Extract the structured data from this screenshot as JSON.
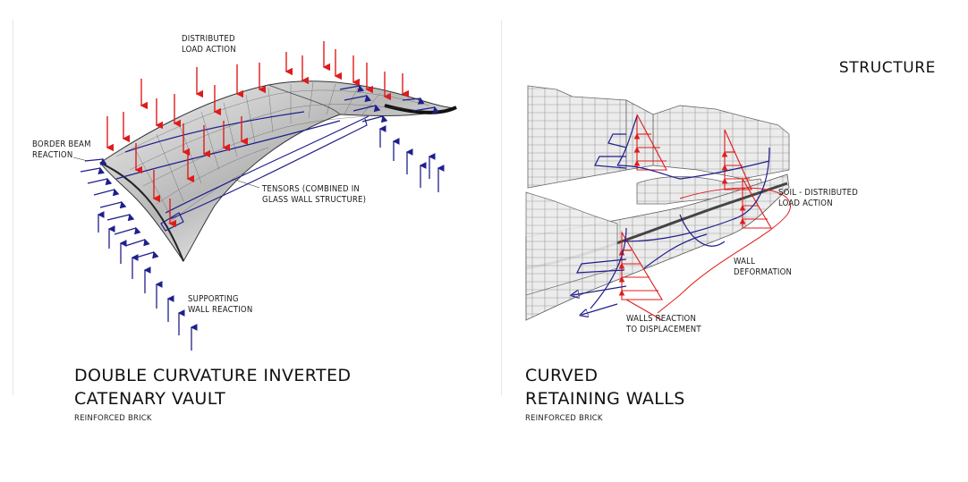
{
  "page": {
    "heading": "STRUCTURE"
  },
  "vault": {
    "title_lines": [
      "DOUBLE CURVATURE INVERTED",
      "CATENARY VAULT"
    ],
    "material": "REINFORCED BRICK",
    "annotations": {
      "distributed_load": [
        "DISTRIBUTED",
        "LOAD ACTION"
      ],
      "border_beam": [
        "BORDER BEAM",
        "REACTION"
      ],
      "tensors": [
        "TENSORS (COMBINED IN",
        "GLASS WALL STRUCTURE)"
      ],
      "supporting_wall": [
        "SUPPORTING",
        "WALL REACTION"
      ]
    }
  },
  "walls": {
    "title_lines": [
      "CURVED",
      "RETAINING WALLS"
    ],
    "material": "REINFORCED BRICK",
    "annotations": {
      "soil_load": [
        "SOIL - DISTRIBUTED",
        "LOAD ACTION"
      ],
      "wall_deformation": [
        "WALL",
        "DEFORMATION"
      ],
      "walls_reaction": [
        "WALLS REACTION",
        "TO DISPLACEMENT"
      ]
    }
  },
  "colors": {
    "load": "#e01b1b",
    "reaction": "#1f1f8c",
    "surface": "#bdbdbd",
    "wall": "#e9e9e9"
  }
}
